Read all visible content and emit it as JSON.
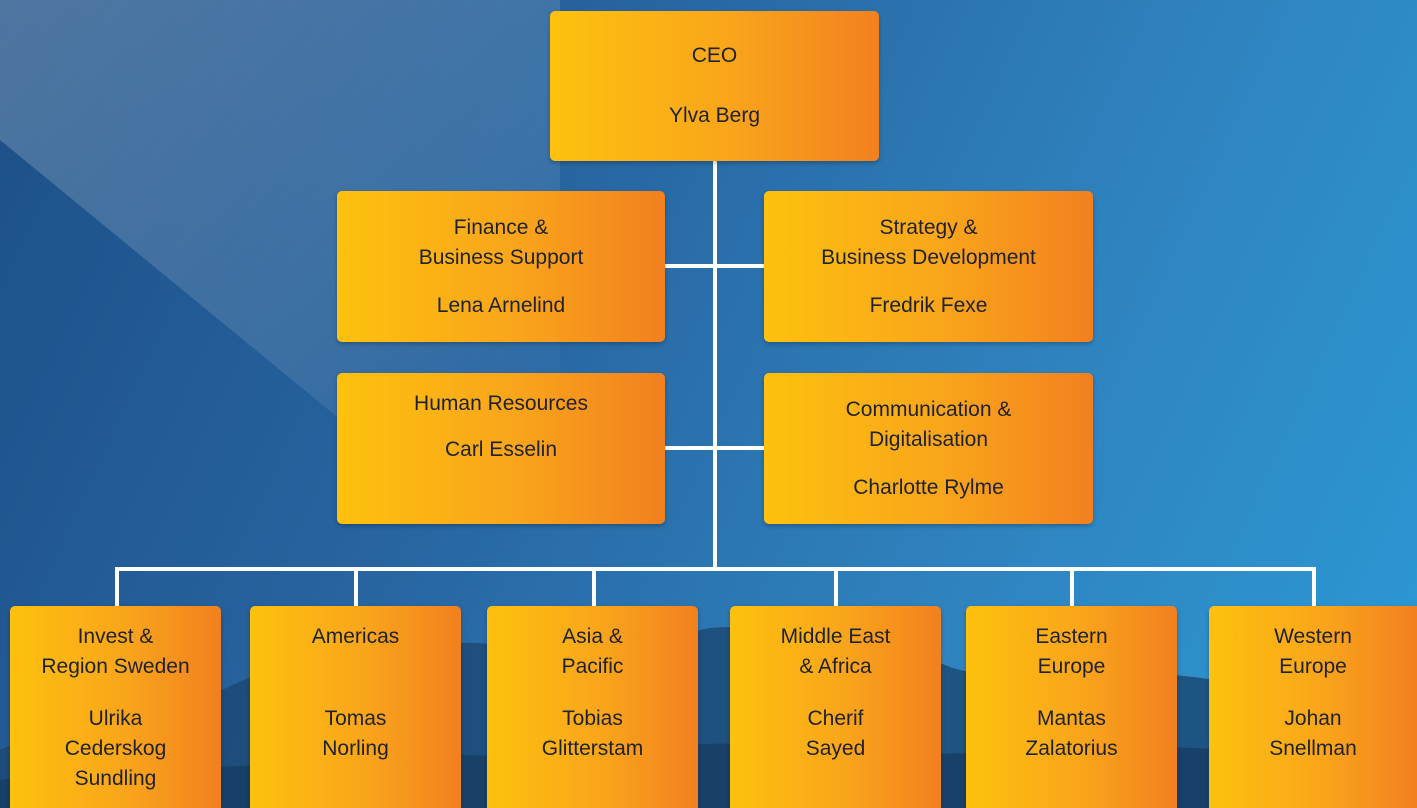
{
  "ceo": {
    "title": "CEO",
    "name": "Ylva Berg"
  },
  "staff": [
    {
      "title": "Finance &\nBusiness Support",
      "name": "Lena Arnelind"
    },
    {
      "title": "Strategy &\nBusiness Development",
      "name": "Fredrik Fexe"
    },
    {
      "title": "Human Resources",
      "name": "Carl Esselin"
    },
    {
      "title": "Communication &\nDigitalisation",
      "name": "Charlotte Rylme"
    }
  ],
  "regions": [
    {
      "title": "Invest &\nRegion Sweden",
      "name": "Ulrika\nCederskog\nSundling"
    },
    {
      "title": "Americas",
      "name": "Tomas\nNorling"
    },
    {
      "title": "Asia &\nPacific",
      "name": "Tobias\nGlitterstam"
    },
    {
      "title": "Middle East\n& Africa",
      "name": "Cherif\nSayed"
    },
    {
      "title": "Eastern\nEurope",
      "name": "Mantas\nZalatorius"
    },
    {
      "title": "Western\nEurope",
      "name": "Johan\nSnellman"
    }
  ],
  "colors": {
    "box_gradient_start": "#fdc10e",
    "box_gradient_end": "#f2801f",
    "connector": "#ffffff",
    "background": "#2764a0"
  }
}
